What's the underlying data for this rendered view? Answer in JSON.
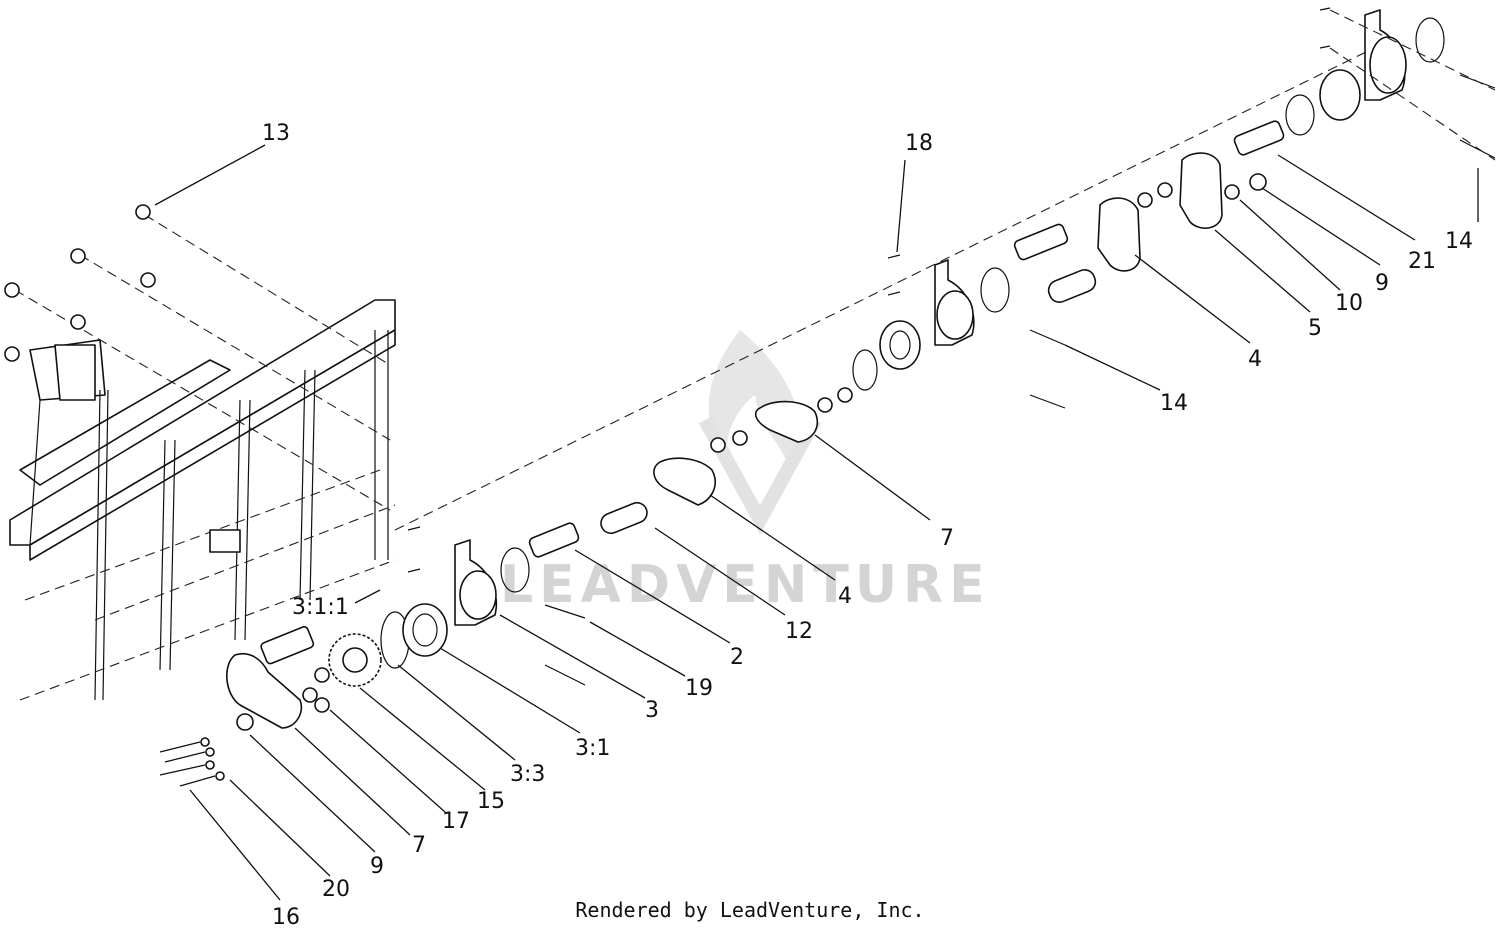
{
  "watermark": {
    "text": "LEADVENTURE"
  },
  "footer": {
    "text": "Rendered by LeadVenture, Inc."
  },
  "callouts": [
    "13",
    "18",
    "14",
    "21",
    "9",
    "10",
    "5",
    "4",
    "14",
    "7",
    "4",
    "12",
    "2",
    "19",
    "3",
    "3:1",
    "3:3",
    "15",
    "17",
    "7",
    "9",
    "20",
    "16",
    "3:1:1"
  ]
}
